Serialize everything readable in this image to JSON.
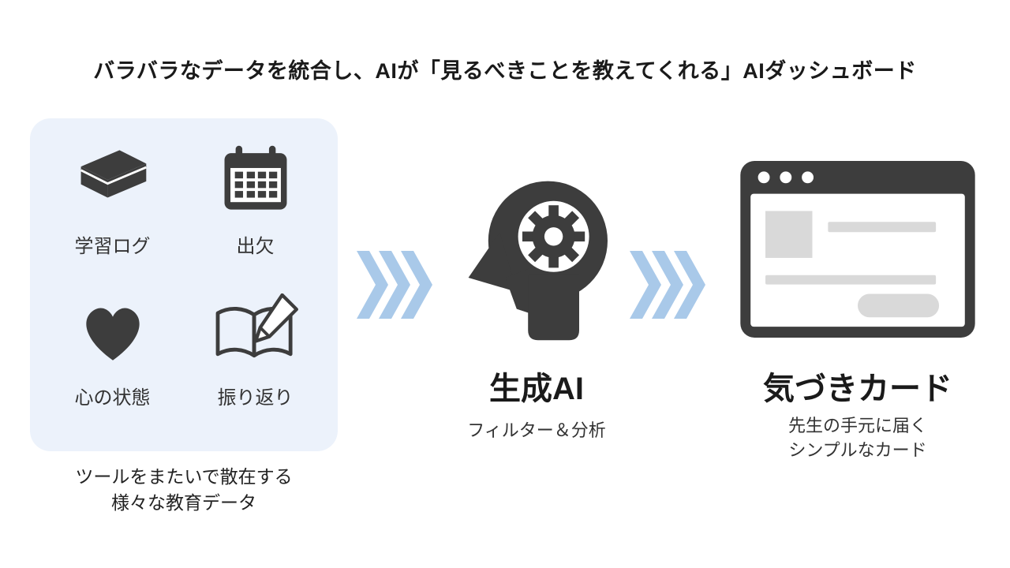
{
  "title": "バラバラなデータを統合し、AIが「見るべきことを教えてくれる」AIダッシュボード",
  "sources": {
    "items": [
      {
        "label": "学習ログ",
        "icon": "book-icon"
      },
      {
        "label": "出欠",
        "icon": "calendar-icon"
      },
      {
        "label": "心の状態",
        "icon": "heart-icon"
      },
      {
        "label": "振り返り",
        "icon": "open-book-pencil-icon"
      }
    ],
    "caption_line1": "ツールをまたいで散在する",
    "caption_line2": "様々な教育データ"
  },
  "ai": {
    "label": "生成AI",
    "sublabel": "フィルター＆分析",
    "icon": "head-gear-icon"
  },
  "output": {
    "label": "気づきカード",
    "sublabel_line1": "先生の手元に届く",
    "sublabel_line2": "シンプルなカード",
    "icon": "browser-card-icon"
  },
  "arrows": {
    "icon": "triple-chevron-icon",
    "direction": "right"
  },
  "colors": {
    "icon_dark": "#3d3d3d",
    "panel_bg": "#ecf2fb",
    "arrow_blue": "#a9c9e9",
    "placeholder_gray": "#d9d9d9",
    "text_dark": "#1a1a1a"
  }
}
